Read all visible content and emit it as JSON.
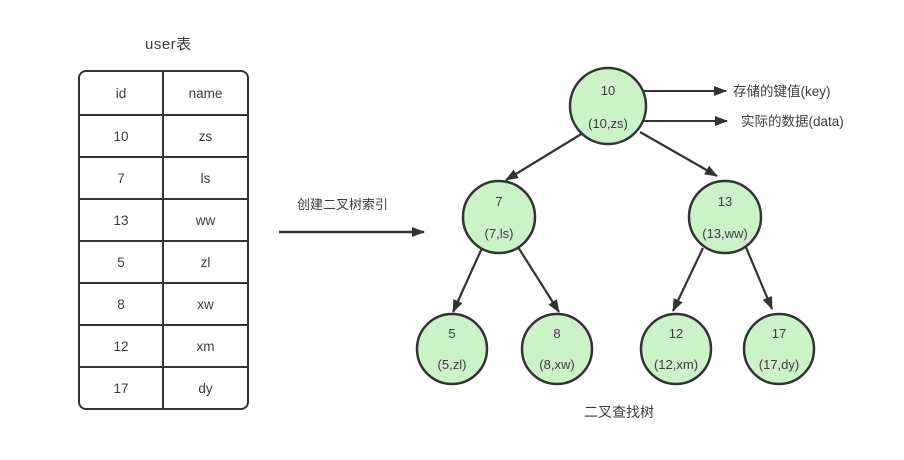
{
  "table": {
    "title": "user表",
    "columns": [
      "id",
      "name"
    ],
    "rows": [
      {
        "id": "10",
        "name": "zs"
      },
      {
        "id": "7",
        "name": "ls"
      },
      {
        "id": "13",
        "name": "ww"
      },
      {
        "id": "5",
        "name": "zl"
      },
      {
        "id": "8",
        "name": "xw"
      },
      {
        "id": "12",
        "name": "xm"
      },
      {
        "id": "17",
        "name": "dy"
      }
    ]
  },
  "transform": {
    "arrow_label": "创建二叉树索引"
  },
  "tree": {
    "caption": "二叉查找树",
    "key_annotation": "存储的键值(key)",
    "data_annotation": "实际的数据(data)",
    "nodes": {
      "root": {
        "key": "10",
        "record": "(10,zs)"
      },
      "n7": {
        "key": "7",
        "record": "(7,ls)"
      },
      "n13": {
        "key": "13",
        "record": "(13,ww)"
      },
      "n5": {
        "key": "5",
        "record": "(5,zl)"
      },
      "n8": {
        "key": "8",
        "record": "(8,xw)"
      },
      "n12": {
        "key": "12",
        "record": "(12,xm)"
      },
      "n17": {
        "key": "17",
        "record": "(17,dy)"
      }
    }
  },
  "colors": {
    "node_fill": "#ccf3c8",
    "node_stroke": "#333333",
    "line": "#333333",
    "text": "#3c3c3c"
  }
}
